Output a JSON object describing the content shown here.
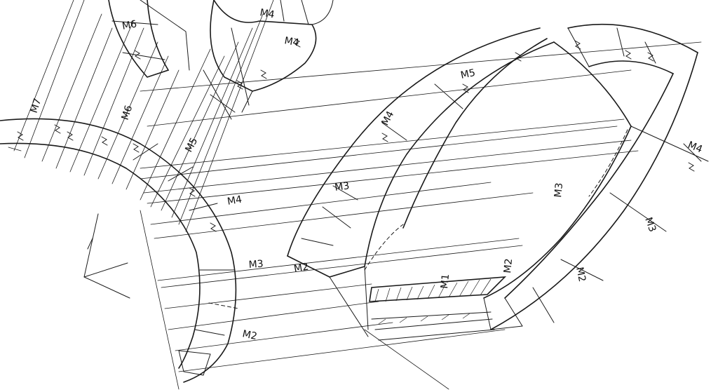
{
  "labels": {
    "m7": "M7",
    "m6_left": "M6",
    "m6_top": "M6",
    "m5_left": "M5",
    "m4_left": "M4",
    "m3_left": "M3",
    "m2_left": "M2",
    "m4_top_a": "M4",
    "m4_top_b": "M4",
    "m5_mid": "M5",
    "m4_mid": "M4",
    "m3_mid": "M3",
    "m2_mid": "M2",
    "m1": "M1",
    "m2_center": "M2",
    "m3_right_a": "M3",
    "m3_right_b": "M3",
    "m2_right": "M2",
    "m4_right": "M4"
  }
}
